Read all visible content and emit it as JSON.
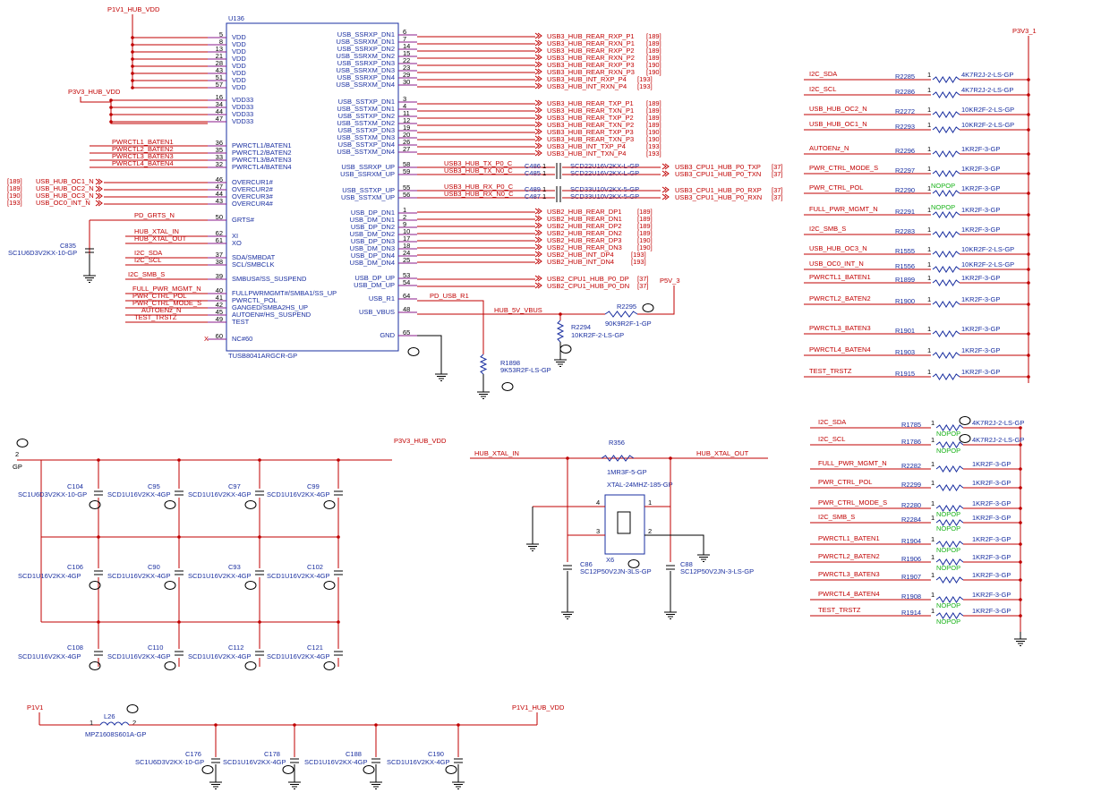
{
  "chip": {
    "ref": "U136",
    "part": "TUSB8041ARGCR-GP",
    "left_pins": [
      {
        "num": "5",
        "name": "VDD"
      },
      {
        "num": "8",
        "name": "VDD"
      },
      {
        "num": "13",
        "name": "VDD"
      },
      {
        "num": "21",
        "name": "VDD"
      },
      {
        "num": "28",
        "name": "VDD"
      },
      {
        "num": "43",
        "name": "VDD"
      },
      {
        "num": "51",
        "name": "VDD"
      },
      {
        "num": "57",
        "name": "VDD"
      },
      {
        "num": "16",
        "name": "VDD33"
      },
      {
        "num": "34",
        "name": "VDD33"
      },
      {
        "num": "44",
        "name": "VDD33"
      },
      {
        "num": "47",
        "name": "VDD33"
      },
      {
        "num": "36",
        "name": "PWRCTL1/BATEN1"
      },
      {
        "num": "35",
        "name": "PWRCTL2/BATEN2"
      },
      {
        "num": "33",
        "name": "PWRCTL3/BATEN3"
      },
      {
        "num": "32",
        "name": "PWRCTL4/BATEN4"
      },
      {
        "num": "46",
        "name": "OVERCUR1#"
      },
      {
        "num": "47",
        "name": "OVERCUR2#"
      },
      {
        "num": "44",
        "name": "OVERCUR3#"
      },
      {
        "num": "43",
        "name": "OVERCUR4#"
      },
      {
        "num": "50",
        "name": "GRTS#"
      },
      {
        "num": "62",
        "name": "XI"
      },
      {
        "num": "61",
        "name": "XO"
      },
      {
        "num": "37",
        "name": "SDA/SMBDAT"
      },
      {
        "num": "38",
        "name": "SCL/SMBCLK"
      },
      {
        "num": "39",
        "name": "SMBUS#/SS_SUSPEND"
      },
      {
        "num": "40",
        "name": "FULLPWRMGMT#/SMBA1/SS_UP"
      },
      {
        "num": "41",
        "name": "PWRCTL_POL"
      },
      {
        "num": "42",
        "name": "GANGED/SMBA2HS_UP"
      },
      {
        "num": "45",
        "name": "AUTOEN#/HS_SUSPEND"
      },
      {
        "num": "49",
        "name": "TEST"
      },
      {
        "num": "60",
        "name": "NC#60"
      }
    ],
    "right_pins": [
      {
        "num": "6",
        "name": "USB_SSRXP_DN1"
      },
      {
        "num": "7",
        "name": "USB_SSRXM_DN1"
      },
      {
        "num": "14",
        "name": "USB_SSRXP_DN2"
      },
      {
        "num": "15",
        "name": "USB_SSRXM_DN2"
      },
      {
        "num": "22",
        "name": "USB_SSRXP_DN3"
      },
      {
        "num": "23",
        "name": "USB_SSRXM_DN3"
      },
      {
        "num": "29",
        "name": "USB_SSRXP_DN4"
      },
      {
        "num": "30",
        "name": "USB_SSRXM_DN4"
      },
      {
        "num": "3",
        "name": "USB_SSTXP_DN1"
      },
      {
        "num": "4",
        "name": "USB_SSTXM_DN1"
      },
      {
        "num": "11",
        "name": "USB_SSTXP_DN2"
      },
      {
        "num": "12",
        "name": "USB_SSTXM_DN2"
      },
      {
        "num": "19",
        "name": "USB_SSTXP_DN3"
      },
      {
        "num": "20",
        "name": "USB_SSTXM_DN3"
      },
      {
        "num": "26",
        "name": "USB_SSTXP_DN4"
      },
      {
        "num": "27",
        "name": "USB_SSTXM_DN4"
      },
      {
        "num": "58",
        "name": "USB_SSRXP_UP"
      },
      {
        "num": "59",
        "name": "USB_SSRXM_UP"
      },
      {
        "num": "55",
        "name": "USB_SSTXP_UP"
      },
      {
        "num": "56",
        "name": "USB_SSTXM_UP"
      },
      {
        "num": "1",
        "name": "USB_DP_DN1"
      },
      {
        "num": "2",
        "name": "USB_DM_DN1"
      },
      {
        "num": "9",
        "name": "USB_DP_DN2"
      },
      {
        "num": "10",
        "name": "USB_DM_DN2"
      },
      {
        "num": "17",
        "name": "USB_DP_DN3"
      },
      {
        "num": "18",
        "name": "USB_DM_DN3"
      },
      {
        "num": "24",
        "name": "USB_DP_DN4"
      },
      {
        "num": "25",
        "name": "USB_DM_DN4"
      },
      {
        "num": "53",
        "name": "USB_DP_UP"
      },
      {
        "num": "54",
        "name": "USB_DM_UP"
      },
      {
        "num": "64",
        "name": "USB_R1"
      },
      {
        "num": "48",
        "name": "USB_VBUS"
      },
      {
        "num": "65",
        "name": "GND"
      }
    ]
  },
  "rails": {
    "p1v1_hub_vdd": "P1V1_HUB_VDD",
    "p3v3_hub_vdd": "P3V3_HUB_VDD",
    "p3v3_1": "P3V3_1",
    "p5v_3": "P5V_3",
    "p1v1": "P1V1"
  },
  "left_nets": [
    "PWRCTL1_BATEN1",
    "PWRCTL2_BATEN2",
    "PWRCTL3_BATEN3",
    "PWRCTL4_BATEN4",
    "USB_HUB_OC1_N",
    "USB_HUB_OC2_N",
    "USB_HUB_OC3_N",
    "USB_OC0_INT_N",
    "PD_GRTS_N",
    "HUB_XTAL_IN",
    "HUB_XTAL_OUT",
    "I2C_SDA",
    "I2C_SCL",
    "I2C_SMB_S",
    "FULL_PWR_MGMT_N",
    "PWR_CTRL_POL",
    "PWR_CTRL_MODE_S",
    "AUTOENz_N",
    "TEST_TRSTZ"
  ],
  "left_refs": [
    "[189]",
    "[189]",
    "[190]",
    "[193]"
  ],
  "c835": {
    "ref": "C835",
    "part": "SC1U6D3V2KX-10-GP"
  },
  "right_nets": [
    {
      "net": "USB3_HUB_REAR_RXP_P1",
      "ref": "[189]"
    },
    {
      "net": "USB3_HUB_REAR_RXN_P1",
      "ref": "[189]"
    },
    {
      "net": "USB3_HUB_REAR_RXP_P2",
      "ref": "[189]"
    },
    {
      "net": "USB3_HUB_REAR_RXN_P2",
      "ref": "[189]"
    },
    {
      "net": "USB3_HUB_REAR_RXP_P3",
      "ref": "[190]"
    },
    {
      "net": "USB3_HUB_REAR_RXN_P3",
      "ref": "[190]"
    },
    {
      "net": "USB3_HUB_INT_RXP_P4",
      "ref": "[193]"
    },
    {
      "net": "USB3_HUB_INT_RXN_P4",
      "ref": "[193]"
    },
    {
      "net": "USB3_HUB_REAR_TXP_P1",
      "ref": "[189]"
    },
    {
      "net": "USB3_HUB_REAR_TXN_P1",
      "ref": "[189]"
    },
    {
      "net": "USB3_HUB_REAR_TXP_P2",
      "ref": "[189]"
    },
    {
      "net": "USB3_HUB_REAR_TXN_P2",
      "ref": "[189]"
    },
    {
      "net": "USB3_HUB_REAR_TXP_P3",
      "ref": "[190]"
    },
    {
      "net": "USB3_HUB_REAR_TXN_P3",
      "ref": "[190]"
    },
    {
      "net": "USB3_HUB_INT_TXP_P4",
      "ref": "[193]"
    },
    {
      "net": "USB3_HUB_INT_TXN_P4",
      "ref": "[193]"
    },
    {
      "net": "USB2_HUB_REAR_DP1",
      "ref": "[189]"
    },
    {
      "net": "USB2_HUB_REAR_DN1",
      "ref": "[189]"
    },
    {
      "net": "USB2_HUB_REAR_DP2",
      "ref": "[189]"
    },
    {
      "net": "USB2_HUB_REAR_DN2",
      "ref": "[189]"
    },
    {
      "net": "USB2_HUB_REAR_DP3",
      "ref": "[190]"
    },
    {
      "net": "USB2_HUB_REAR_DN3",
      "ref": "[190]"
    },
    {
      "net": "USB2_HUB_INT_DP4",
      "ref": "[193]"
    },
    {
      "net": "USB2_HUB_INT_DN4",
      "ref": "[193]"
    },
    {
      "net": "USB2_CPU1_HUB_P0_DP",
      "ref": "[37]"
    },
    {
      "net": "USB2_CPU1_HUB_P0_DN",
      "ref": "[37]"
    }
  ],
  "up_link": [
    {
      "mid": "USB3_HUB_TX_P0_C",
      "cap": "C486",
      "pin": "1",
      "part": "SCD22U16V2KX-L-GP",
      "net": "USB3_CPU1_HUB_P0_TXP",
      "ref": "[37]"
    },
    {
      "mid": "USB3_HUB_TX_N0_C",
      "cap": "C485",
      "pin": "1",
      "part": "SCD22U16V2KX-L-GP",
      "net": "USB3_CPU1_HUB_P0_TXN",
      "ref": "[37]"
    },
    {
      "mid": "USB3_HUB_RX_P0_C",
      "cap": "C489",
      "pin": "1",
      "part": "SCD33U10V2KX-5-GP",
      "net": "USB3_CPU1_HUB_P0_RXP",
      "ref": "[37]"
    },
    {
      "mid": "USB3_HUB_RX_N0_C",
      "cap": "C487",
      "pin": "1",
      "part": "SCD33U10V2KX-5-GP",
      "net": "USB3_CPU1_HUB_P0_RXN",
      "ref": "[37]"
    }
  ],
  "misc": {
    "pd_usb_r1": "PD_USB_R1",
    "hub_5v_vbus": "HUB_5V_VBUS",
    "r2295": "R2295",
    "r2295_part": "90K9R2F-1-GP",
    "r2294": "R2294",
    "r2294_part": "10KR2F-2-LS-GP",
    "r1898": "R1898",
    "r1898_part": "9K53R2F-LS-GP",
    "gp": "GP",
    "x_mark": "X",
    "one": "1",
    "two": "2"
  },
  "pullups_top": [
    {
      "net": "I2C_SDA",
      "ref": "R2285",
      "part": "4K7R2J-2-LS-GP",
      "nopop": ""
    },
    {
      "net": "I2C_SCL",
      "ref": "R2286",
      "part": "4K7R2J-2-LS-GP",
      "nopop": ""
    },
    {
      "net": "USB_HUB_OC2_N",
      "ref": "R2272",
      "part": "10KR2F-2-LS-GP",
      "nopop": ""
    },
    {
      "net": "USB_HUB_OC1_N",
      "ref": "R2293",
      "part": "10KR2F-2-LS-GP",
      "nopop": ""
    },
    {
      "net": "AUTOENz_N",
      "ref": "R2296",
      "part": "1KR2F-3-GP",
      "nopop": ""
    },
    {
      "net": "PWR_CTRL_MODE_S",
      "ref": "R2297",
      "part": "1KR2F-3-GP",
      "nopop": ""
    },
    {
      "net": "PWR_CTRL_POL",
      "ref": "R2290",
      "part": "1KR2F-3-GP",
      "nopop": "NOPOP"
    },
    {
      "net": "FULL_PWR_MGMT_N",
      "ref": "R2291",
      "part": "1KR2F-3-GP",
      "nopop": "NOPOP"
    },
    {
      "net": "I2C_SMB_S",
      "ref": "R2283",
      "part": "1KR2F-3-GP",
      "nopop": ""
    },
    {
      "net": "USB_HUB_OC3_N",
      "ref": "R1555",
      "part": "10KR2F-2-LS-GP",
      "nopop": ""
    },
    {
      "net": "USB_OC0_INT_N",
      "ref": "R1556",
      "part": "10KR2F-2-LS-GP",
      "nopop": ""
    },
    {
      "net": "PWRCTL1_BATEN1",
      "ref": "R1899",
      "part": "1KR2F-3-GP",
      "nopop": ""
    },
    {
      "net": "PWRCTL2_BATEN2",
      "ref": "R1900",
      "part": "1KR2F-3-GP",
      "nopop": ""
    },
    {
      "net": "PWRCTL3_BATEN3",
      "ref": "R1901",
      "part": "1KR2F-3-GP",
      "nopop": ""
    },
    {
      "net": "PWRCTL4_BATEN4",
      "ref": "R1903",
      "part": "1KR2F-3-GP",
      "nopop": ""
    },
    {
      "net": "TEST_TRSTZ",
      "ref": "R1915",
      "part": "1KR2F-3-GP",
      "nopop": ""
    }
  ],
  "pulldowns": [
    {
      "net": "I2C_SDA",
      "ref": "R1785",
      "part": "4K7R2J-2-LS-GP",
      "nopop": "NOPOP"
    },
    {
      "net": "I2C_SCL",
      "ref": "R1786",
      "part": "4K7R2J-2-LS-GP",
      "nopop": "NOPOP"
    },
    {
      "net": "FULL_PWR_MGMT_N",
      "ref": "R2282",
      "part": "1KR2F-3-GP",
      "nopop": ""
    },
    {
      "net": "PWR_CTRL_POL",
      "ref": "R2299",
      "part": "1KR2F-3-GP",
      "nopop": ""
    },
    {
      "net": "PWR_CTRL_MODE_S",
      "ref": "R2280",
      "part": "1KR2F-3-GP",
      "nopop": "NOPOP"
    },
    {
      "net": "I2C_SMB_S",
      "ref": "R2284",
      "part": "1KR2F-3-GP",
      "nopop": "NOPOP"
    },
    {
      "net": "PWRCTL1_BATEN1",
      "ref": "R1904",
      "part": "1KR2F-3-GP",
      "nopop": "NOPOP"
    },
    {
      "net": "PWRCTL2_BATEN2",
      "ref": "R1906",
      "part": "1KR2F-3-GP",
      "nopop": "NOPOP"
    },
    {
      "net": "PWRCTL3_BATEN3",
      "ref": "R1907",
      "part": "1KR2F-3-GP",
      "nopop": ""
    },
    {
      "net": "PWRCTL4_BATEN4",
      "ref": "R1908",
      "part": "1KR2F-3-GP",
      "nopop": "NOPOP"
    },
    {
      "net": "TEST_TRSTZ",
      "ref": "R1914",
      "part": "1KR2F-3-GP",
      "nopop": "NOPOP"
    }
  ],
  "decoupling": {
    "gp_label": "GP",
    "rail": "P3V3_HUB_VDD",
    "row1": [
      {
        "ref": "C104",
        "part": "SC1U6D3V2KX-10-GP"
      },
      {
        "ref": "C95",
        "part": "SCD1U16V2KX-4GP"
      },
      {
        "ref": "C97",
        "part": "SCD1U16V2KX-4GP"
      },
      {
        "ref": "C99",
        "part": "SCD1U16V2KX-4GP"
      }
    ],
    "row2": [
      {
        "ref": "C106",
        "part": "SCD1U16V2KX-4GP"
      },
      {
        "ref": "C90",
        "part": "SCD1U16V2KX-4GP"
      },
      {
        "ref": "C93",
        "part": "SCD1U16V2KX-4GP"
      },
      {
        "ref": "C102",
        "part": "SCD1U16V2KX-4GP"
      }
    ],
    "row3": [
      {
        "ref": "C108",
        "part": "SCD1U16V2KX-4GP"
      },
      {
        "ref": "C110",
        "part": "SCD1U16V2KX-4GP"
      },
      {
        "ref": "C112",
        "part": "SCD1U16V2KX-4GP"
      },
      {
        "ref": "C121",
        "part": "SCD1U16V2KX-4GP"
      }
    ]
  },
  "crystal": {
    "in_net": "HUB_XTAL_IN",
    "out_net": "HUB_XTAL_OUT",
    "r": "R356",
    "r_part": "1MR3F-5-GP",
    "x": "X6",
    "x_part": "XTAL-24MHZ-185-GP",
    "c1": "C86",
    "c1_part": "SC12P50V2JN-3LS-GP",
    "c2": "C88",
    "c2_part": "SC12P50V2JN-3-LS-GP",
    "pins": [
      "4",
      "1",
      "3",
      "2"
    ]
  },
  "p1v1_filter": {
    "in_rail": "P1V1",
    "out_rail": "P1V1_HUB_VDD",
    "l": "L26",
    "l_part": "MPZ1608S601A-GP",
    "caps": [
      {
        "ref": "C176",
        "part": "SC1U6D3V2KX-10-GP"
      },
      {
        "ref": "C178",
        "part": "SCD1U16V2KX-4GP"
      },
      {
        "ref": "C188",
        "part": "SCD1U16V2KX-4GP"
      },
      {
        "ref": "C190",
        "part": "SCD1U16V2KX-4GP"
      }
    ]
  }
}
